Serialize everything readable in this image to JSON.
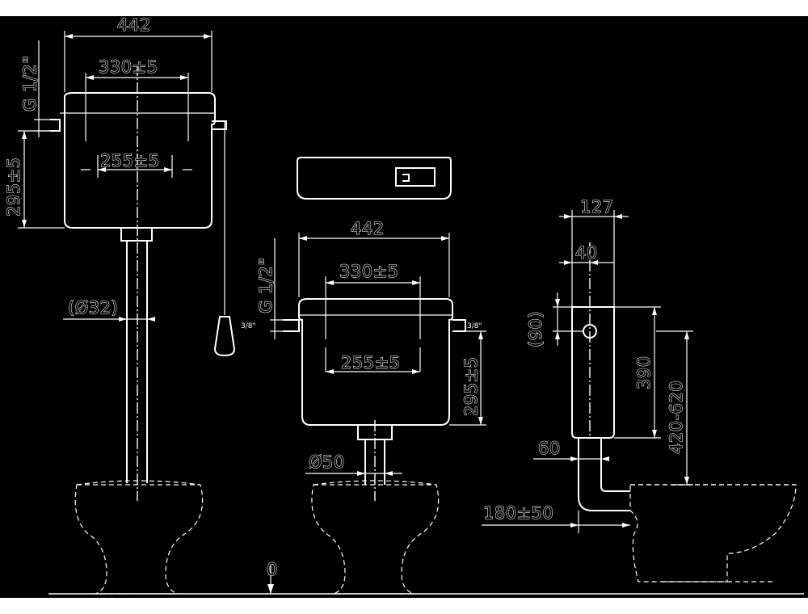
{
  "diagram": {
    "left_view": {
      "width_total": "442",
      "bolt_spacing": "330±5",
      "inner_spacing": "255±5",
      "height": "295±5",
      "inlet_thread": "G 1/2\"",
      "pipe_diameter": "(Ø32)"
    },
    "middle_view": {
      "width_total": "442",
      "bolt_spacing": "330±5",
      "inner_spacing": "255±5",
      "height": "295±5",
      "inlet_thread": "G 1/2\"",
      "outlet_diameter": "Ø50",
      "floor_level": "0",
      "small_label_left": "3/8\"",
      "small_label_right": "3/8\""
    },
    "right_view": {
      "depth": "127",
      "offset_40": "40",
      "inlet_height": "(90)",
      "height_390": "390",
      "height_range": "420-620",
      "pipe_offset": "60",
      "pipe_reach": "180±50"
    }
  }
}
